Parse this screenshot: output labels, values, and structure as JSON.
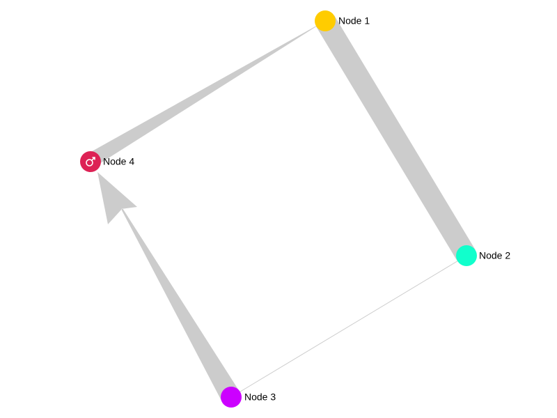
{
  "graph": {
    "edge_color": "#cccccc",
    "nodes": [
      {
        "id": "n1",
        "label": "Node 1",
        "color": "#ffcc00",
        "icon": ""
      },
      {
        "id": "n2",
        "label": "Node 2",
        "color": "#11ffcc",
        "icon": ""
      },
      {
        "id": "n3",
        "label": "Node 3",
        "color": "#cc00ff",
        "icon": ""
      },
      {
        "id": "n4",
        "label": "Node 4",
        "color": "#dd2255",
        "icon": "male-symbol-icon"
      }
    ],
    "edges": [
      {
        "from": "n1",
        "to": "n2",
        "style": "thick-line"
      },
      {
        "from": "n2",
        "to": "n3",
        "style": "thin-line"
      },
      {
        "from": "n3",
        "to": "n4",
        "style": "arrow"
      },
      {
        "from": "n1",
        "to": "n4",
        "style": "tapered"
      }
    ]
  }
}
